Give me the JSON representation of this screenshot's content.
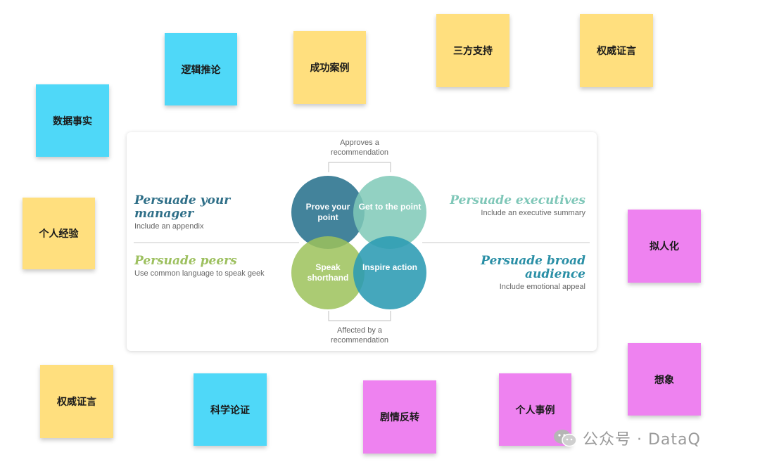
{
  "colors": {
    "cyan": "#4fd8f8",
    "yellow": "#ffdf7e",
    "magenta": "#ee82f0"
  },
  "notes": [
    {
      "id": "n0",
      "label": "逻辑推论",
      "color": "cyan"
    },
    {
      "id": "n1",
      "label": "成功案例",
      "color": "yellow"
    },
    {
      "id": "n2",
      "label": "三方支持",
      "color": "yellow"
    },
    {
      "id": "n3",
      "label": "权威证言",
      "color": "yellow"
    },
    {
      "id": "n4",
      "label": "数据事实",
      "color": "cyan"
    },
    {
      "id": "n5",
      "label": "个人经验",
      "color": "yellow"
    },
    {
      "id": "n6",
      "label": "拟人化",
      "color": "magenta"
    },
    {
      "id": "n7",
      "label": "想象",
      "color": "magenta"
    },
    {
      "id": "n8",
      "label": "权威证言",
      "color": "yellow"
    },
    {
      "id": "n9",
      "label": "科学论证",
      "color": "cyan"
    },
    {
      "id": "n10",
      "label": "剧情反转",
      "color": "magenta"
    },
    {
      "id": "n11",
      "label": "个人事例",
      "color": "magenta"
    }
  ],
  "diagram": {
    "top_note": "Approves a recommendation",
    "bottom_note": "Affected by a recommendation",
    "quadrants": {
      "tl": {
        "title": "Persuade your manager",
        "subtitle": "Include an appendix",
        "color": "#2f6f88"
      },
      "tr": {
        "title": "Persuade executives",
        "subtitle": "Include an executive summary",
        "color": "#7fc7b8"
      },
      "bl": {
        "title": "Persuade peers",
        "subtitle": "Use common language to speak geek",
        "color": "#9dc05f"
      },
      "br": {
        "title": "Persuade broad audience",
        "subtitle": "Include emotional appeal",
        "color": "#2a8fa6"
      }
    },
    "circles": {
      "tl": {
        "label": "Prove your point",
        "color": "#2f7590"
      },
      "tr": {
        "label": "Get to the point",
        "color": "#7fc9b7"
      },
      "bl": {
        "label": "Speak shorthand",
        "color": "#9cc25a"
      },
      "br": {
        "label": "Inspire action",
        "color": "#2b9bb3"
      }
    }
  },
  "watermark": {
    "text": "公众号 · DataQ"
  }
}
